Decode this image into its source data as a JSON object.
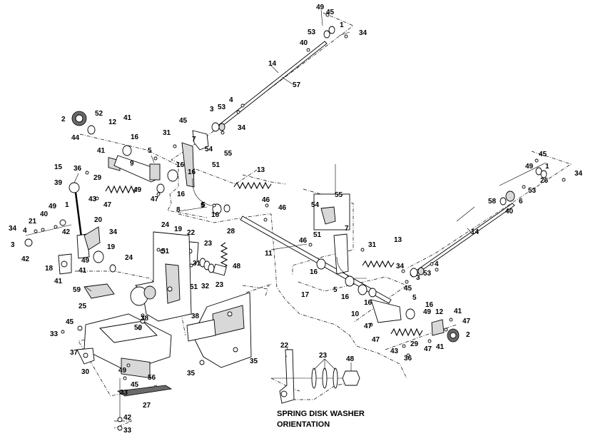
{
  "caption": {
    "line1": "SPRING DISK WASHER",
    "line2": "ORIENTATION"
  },
  "callouts": {
    "a49": "49",
    "a45": "45",
    "a1": "1",
    "a34": "34",
    "a53": "53",
    "a40": "40",
    "a14": "14",
    "a57": "57",
    "b4": "4",
    "b53": "53",
    "b3": "3",
    "b45": "45",
    "b34": "34",
    "b31": "31",
    "b7": "7",
    "b54": "54",
    "b55": "55",
    "b51": "51",
    "b5": "5",
    "b16": "16",
    "b13": "13",
    "c2": "2",
    "c52": "52",
    "c12": "12",
    "c41": "41",
    "c44": "44",
    "c16": "16",
    "c41b": "41",
    "c9": "9",
    "c36": "36",
    "c29": "29",
    "c43": "43",
    "c47": "47",
    "c49": "49",
    "c16b": "16",
    "c5": "5",
    "c16c": "16",
    "c15": "15",
    "c39": "39",
    "c47b": "47",
    "c8": "8",
    "c46": "46",
    "c46b": "46",
    "c11": "11",
    "d49": "49",
    "d40": "40",
    "d21": "21",
    "d1": "1",
    "d34": "34",
    "d4": "4",
    "d42": "42",
    "d3": "3",
    "d20": "20",
    "d34b": "34",
    "d19": "19",
    "d24": "24",
    "d18": "18",
    "d49b": "49",
    "d41": "41",
    "d41b": "41",
    "d42b": "42",
    "e24": "24",
    "e19": "19",
    "e22": "22",
    "e51": "51",
    "e23": "23",
    "e28": "28",
    "e31": "31",
    "e51b": "51",
    "e32": "32",
    "e23b": "23",
    "e48": "48",
    "f59": "59",
    "f25": "25",
    "f38": "38",
    "f50": "50",
    "f45": "45",
    "f33": "33",
    "f37": "37",
    "f30": "30",
    "f49": "49",
    "f56": "56",
    "f45b": "45",
    "f33b": "33",
    "f27": "27",
    "f42": "42",
    "f33c": "33",
    "f38b": "38",
    "f35": "35",
    "f35b": "35",
    "g55": "55",
    "g54": "54",
    "g7": "7",
    "g51": "51",
    "g46": "46",
    "g31": "31",
    "g13": "13",
    "g34": "34",
    "g16": "16",
    "g5": "5",
    "g16b": "16",
    "g17": "17",
    "g16c": "16",
    "g5b": "5",
    "g10": "10",
    "g47": "47",
    "g16d": "16",
    "g49": "49",
    "g12": "12",
    "g41": "41",
    "g47b": "47",
    "g2": "2",
    "g29": "29",
    "g43": "43",
    "g47c": "47",
    "g36": "36",
    "g41b": "41",
    "h45": "45",
    "h49": "49",
    "h1": "1",
    "h34": "34",
    "h26": "26",
    "h58": "58",
    "h53": "53",
    "h6": "6",
    "h40": "40",
    "h14": "14",
    "h4": "4",
    "h53b": "53",
    "h3": "3",
    "h45b": "45",
    "i22": "22",
    "i23": "23",
    "i48": "48"
  }
}
